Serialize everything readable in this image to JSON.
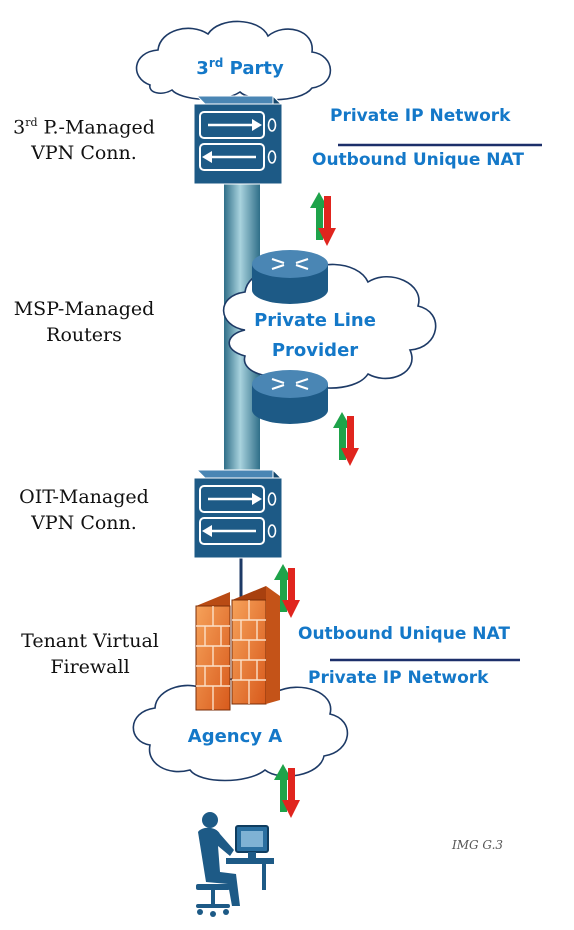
{
  "clouds": {
    "third_party": {
      "prefix": "3",
      "sup": "rd",
      "suffix": " Party"
    },
    "private_line": {
      "line1": "Private Line",
      "line2": "Provider"
    },
    "agency": "Agency A"
  },
  "left_labels": {
    "vpn_3rd": {
      "prefix": "3",
      "sup": "rd",
      "line1_rest": " P.-Managed",
      "line2": "VPN Conn."
    },
    "msp": {
      "line1": "MSP-Managed",
      "line2": "Routers"
    },
    "oit": {
      "line1": "OIT-Managed",
      "line2": "VPN Conn."
    },
    "tenant": {
      "line1": "Tenant Virtual",
      "line2": "Firewall"
    }
  },
  "right_labels": {
    "top_network": "Private IP Network",
    "top_nat": "Outbound Unique NAT",
    "bottom_nat": "Outbound Unique NAT",
    "bottom_network": "Private IP Network"
  },
  "image_id": "IMG G.3",
  "colors": {
    "accent_text": "#1478c8",
    "device": "#1d5a86",
    "pipe": "#4a90a8",
    "arrow_up": "#1ea34a",
    "arrow_down": "#e0251e",
    "firewall": "#e8742a",
    "divider": "#1c2f6a"
  }
}
